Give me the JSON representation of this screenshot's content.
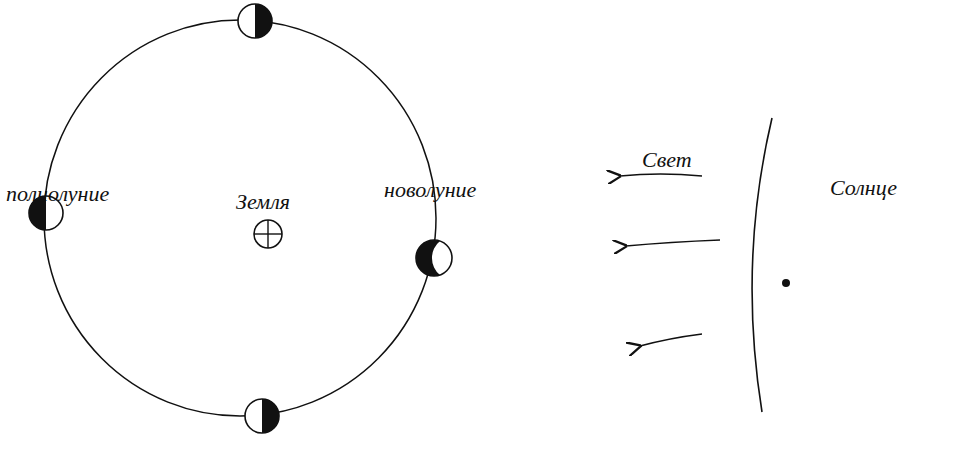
{
  "diagram": {
    "labels": [
      "полнолуние",
      "Земля",
      "новолуние",
      "Свет",
      "Солнце"
    ]
  }
}
